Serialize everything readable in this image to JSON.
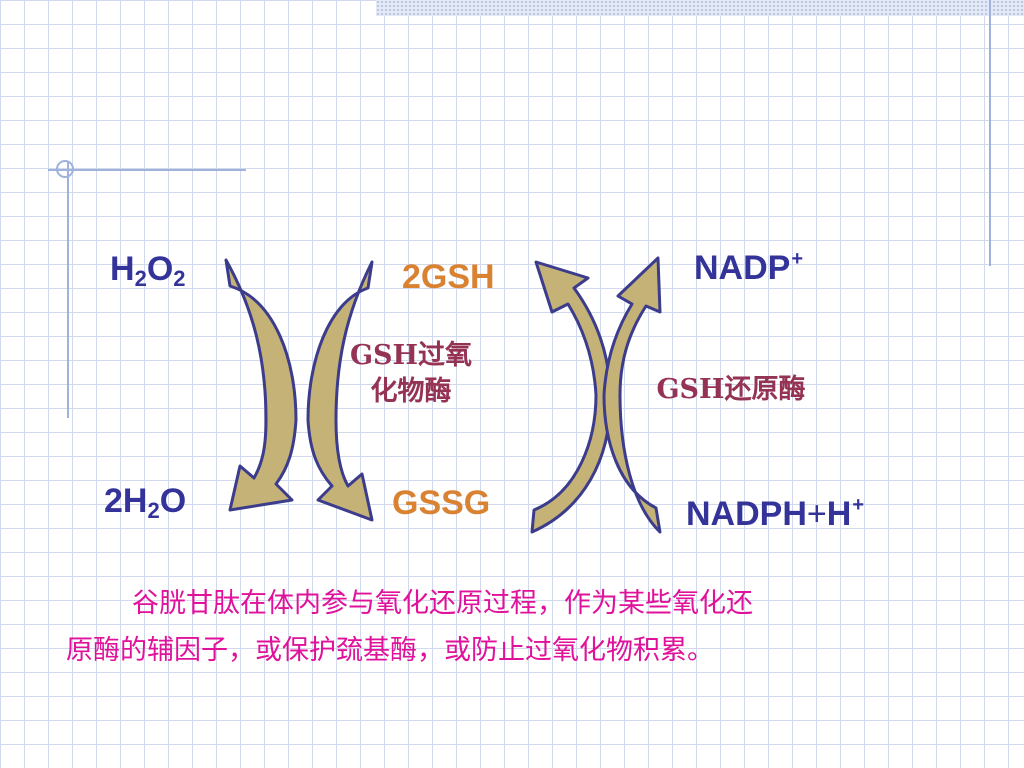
{
  "reactants": {
    "h2o2": {
      "main1": "H",
      "sub1": "2",
      "main2": "O",
      "sub2": "2"
    },
    "water": {
      "coef": "2H",
      "sub": "2",
      "tail": "O"
    },
    "gsh": "2GSH",
    "gssg": "GSSG",
    "nadp": {
      "main": "NADP",
      "sup": "+"
    },
    "nadph": {
      "main": "NADPH",
      "plus": "+",
      "h": "H",
      "sup": "+"
    }
  },
  "enzymes": {
    "peroxidase": {
      "line1": "GSH过氧",
      "line2": "化物酶"
    },
    "reductase": "GSH还原酶"
  },
  "description": {
    "line1": "谷胱甘肽在体内参与氧化还原过程，作为某些氧化还",
    "line2": "原酶的辅因子，或保护巯基酶，或防止过氧化物积累。"
  },
  "colors": {
    "formula": "#333399",
    "glutathione": "#d98232",
    "enzyme": "#943353",
    "description": "#e0119a",
    "arrow_fill": "#c4b276",
    "arrow_stroke": "#3c3c8c"
  }
}
